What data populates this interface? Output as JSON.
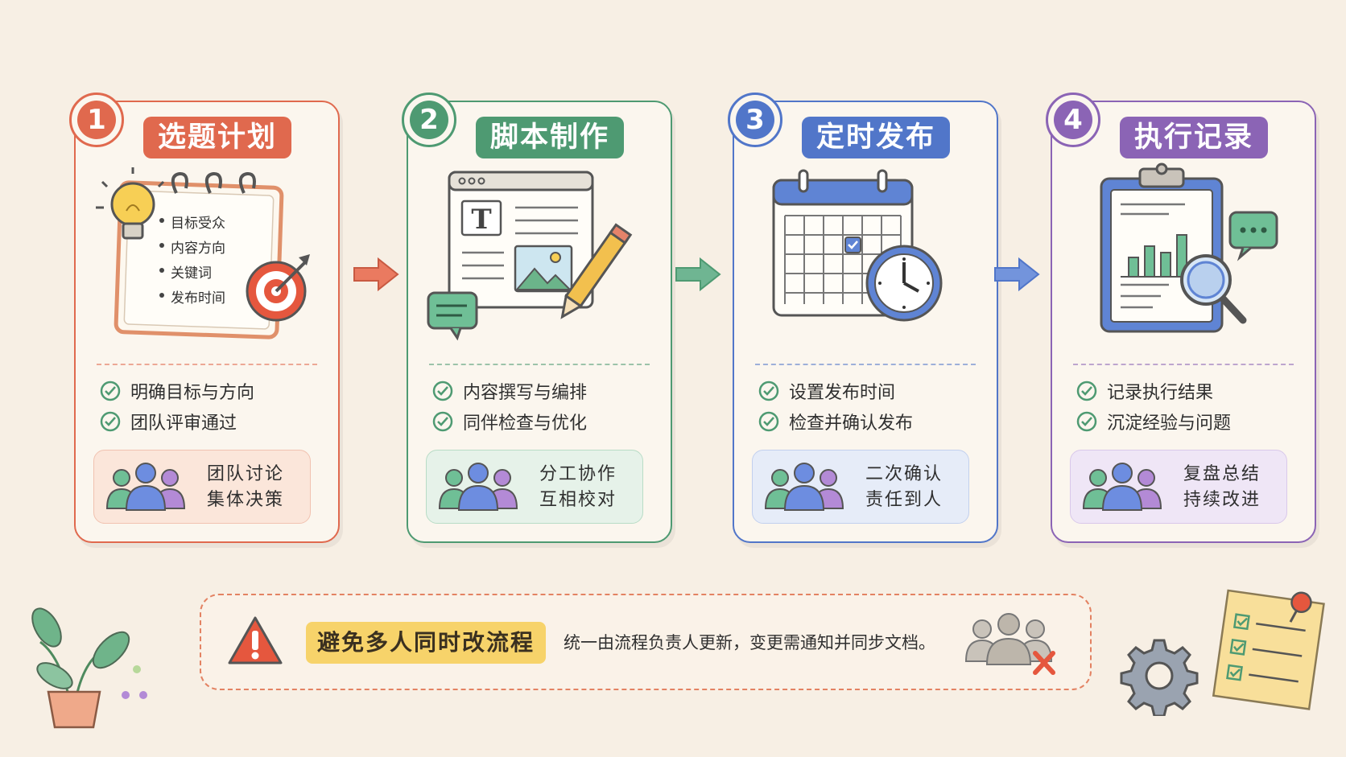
{
  "steps": [
    {
      "number": "1",
      "title": "选题计划",
      "notes": [
        "目标受众",
        "内容方向",
        "关键词",
        "发布时间"
      ],
      "checks": [
        "明确目标与方向",
        "团队评审通过"
      ],
      "team": [
        "团队讨论",
        "集体决策"
      ],
      "color": "#e0694e"
    },
    {
      "number": "2",
      "title": "脚本制作",
      "checks": [
        "内容撰写与编排",
        "同伴检查与优化"
      ],
      "team": [
        "分工协作",
        "互相校对"
      ],
      "color": "#4e9a72"
    },
    {
      "number": "3",
      "title": "定时发布",
      "checks": [
        "设置发布时间",
        "检查并确认发布"
      ],
      "team": [
        "二次确认",
        "责任到人"
      ],
      "color": "#5176c9"
    },
    {
      "number": "4",
      "title": "执行记录",
      "checks": [
        "记录执行结果",
        "沉淀经验与问题"
      ],
      "team": [
        "复盘总结",
        "持续改进"
      ],
      "color": "#8b64b5"
    }
  ],
  "warning": {
    "title": "避免多人同时改流程",
    "text": "统一由流程负责人更新，变更需通知并同步文档。"
  }
}
